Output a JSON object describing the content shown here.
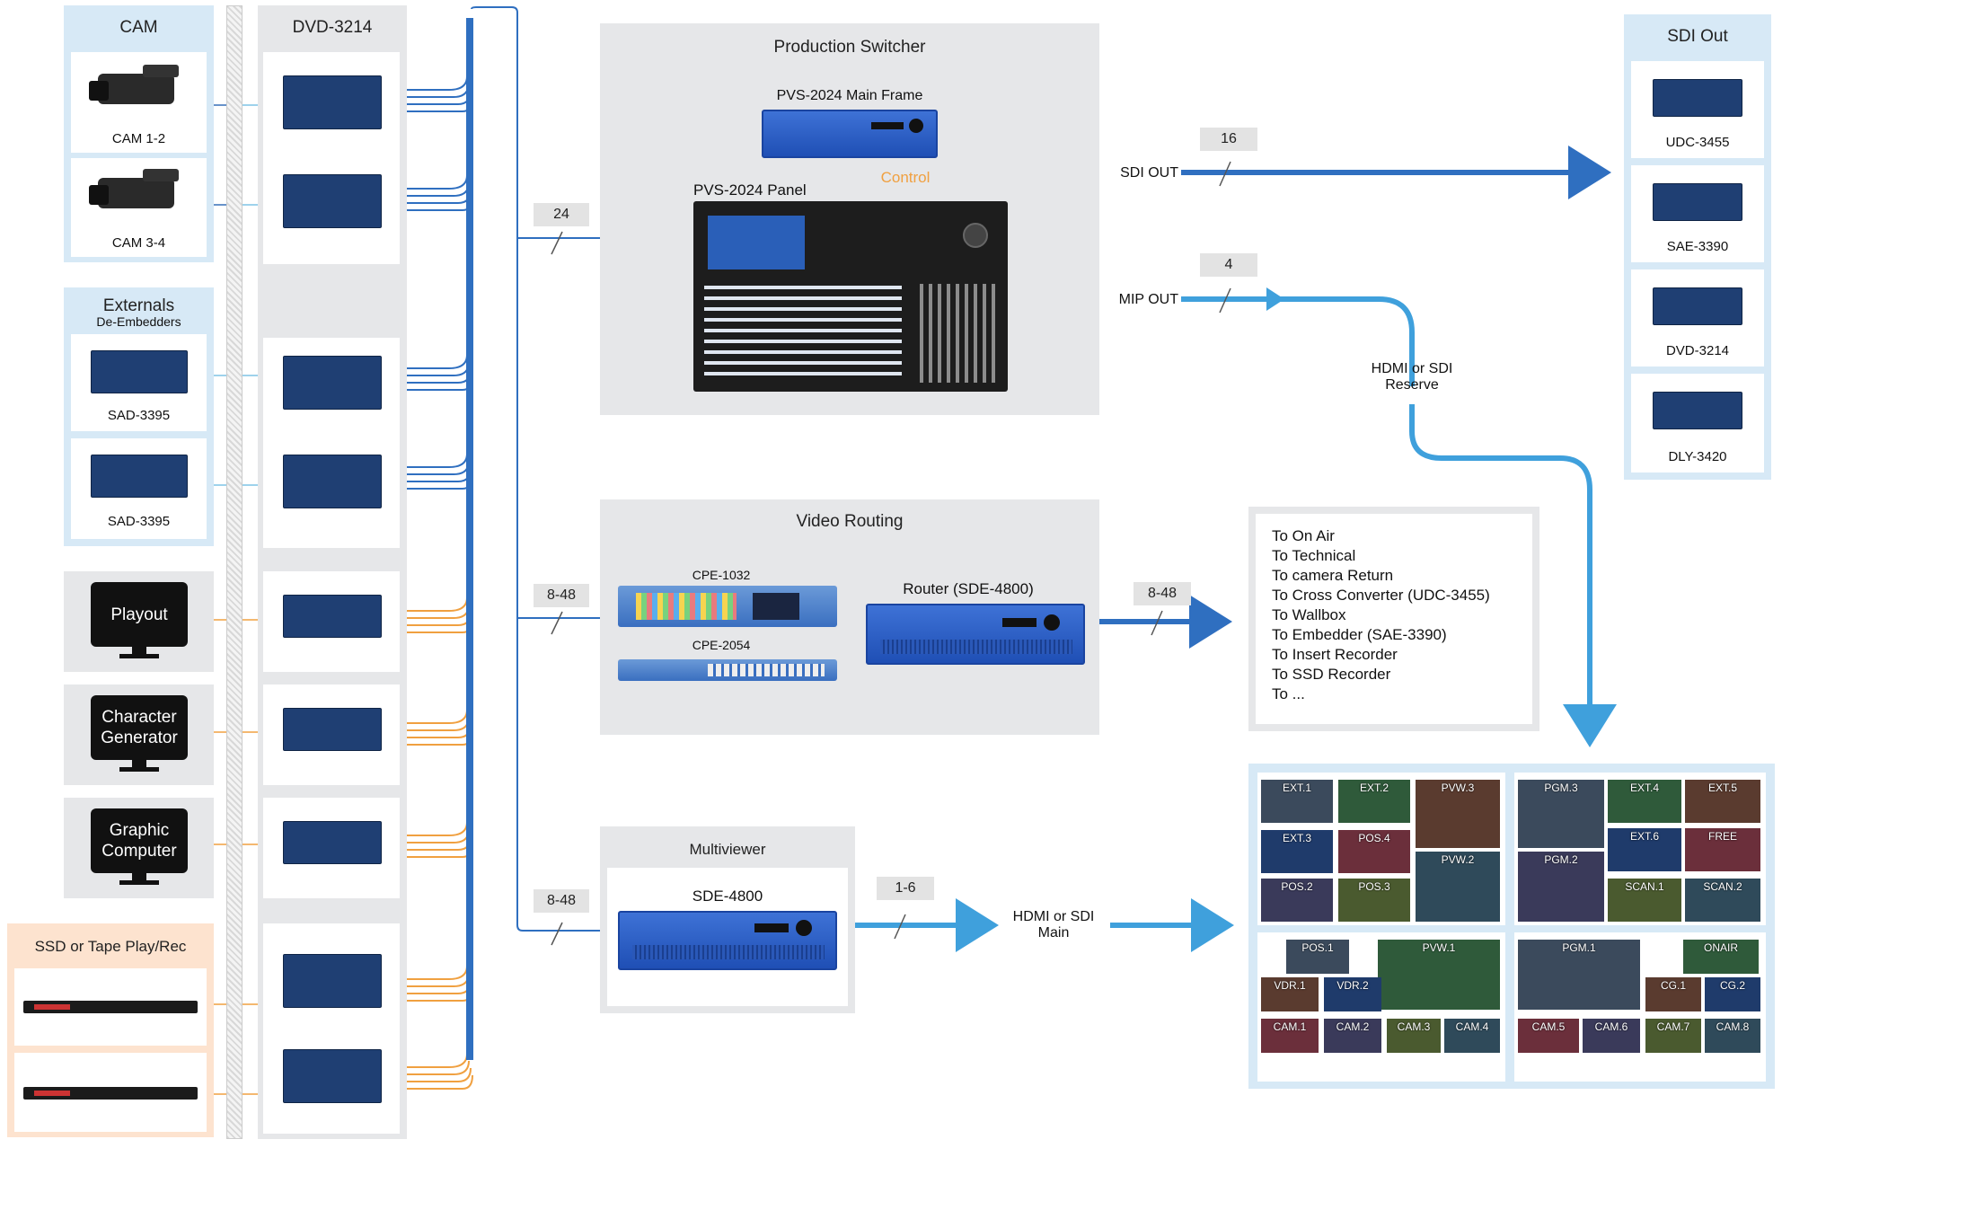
{
  "cam": {
    "title": "CAM",
    "items": [
      "CAM 1-2",
      "CAM 3-4"
    ]
  },
  "externals": {
    "title": "Externals",
    "subtitle": "De-Embedders",
    "items": [
      "SAD-3395",
      "SAD-3395"
    ]
  },
  "monitors": {
    "playout": "Playout",
    "chargen_1": "Character",
    "chargen_2": "Generator",
    "graphic_1": "Graphic",
    "graphic_2": "Computer"
  },
  "ssd": {
    "title": "SSD or Tape Play/Rec"
  },
  "dvd_column": {
    "title": "DVD-3214"
  },
  "switcher": {
    "title": "Production Switcher",
    "mainframe": "PVS-2024 Main Frame",
    "control": "Control",
    "panel": "PVS-2024 Panel"
  },
  "routing": {
    "title": "Video Routing",
    "cpe1": "CPE-1032",
    "cpe2": "CPE-2054",
    "router": "Router (SDE-4800)"
  },
  "multiviewer": {
    "title": "Multiviewer",
    "device": "SDE-4800"
  },
  "badges": {
    "b24": "24",
    "b848a": "8-48",
    "b848b": "8-48",
    "b848c": "8-48",
    "b16": "16",
    "b4": "4",
    "b16mv": "1-6"
  },
  "outputs": {
    "sdi_out": "SDI OUT",
    "mip_out": "MIP OUT",
    "hdmi_reserve_1": "HDMI or SDI",
    "hdmi_reserve_2": "Reserve",
    "hdmi_main_1": "HDMI or SDI",
    "hdmi_main_2": "Main"
  },
  "sdi_out_panel": {
    "title": "SDI Out",
    "items": [
      "UDC-3455",
      "SAE-3390",
      "DVD-3214",
      "DLY-3420"
    ]
  },
  "destinations": [
    "To On Air",
    "To Technical",
    "To camera Return",
    "To Cross Converter (UDC-3455)",
    "To Wallbox",
    "To Embedder (SAE-3390)",
    "To Insert Recorder",
    "To SSD Recorder",
    "To ..."
  ],
  "multiview_tiles_top_left": [
    "EXT.1",
    "EXT.2",
    "PVW.3",
    "EXT.3",
    "POS.4",
    "POS.2",
    "POS.3",
    "PVW.2"
  ],
  "multiview_tiles_top_right": [
    "PGM.3",
    "EXT.4",
    "EXT.5",
    "EXT.6",
    "FREE",
    "PGM.2",
    "SCAN.1",
    "SCAN.2"
  ],
  "multiview_tiles_bottom_left": [
    "POS.1",
    "PVW.1",
    "VDR.1",
    "VDR.2",
    "CAM.1",
    "CAM.2",
    "CAM.3",
    "CAM.4"
  ],
  "multiview_tiles_bottom_right": [
    "PGM.1",
    "ONAIR",
    "CG.1",
    "CG.2",
    "CAM.5",
    "CAM.6",
    "CAM.7",
    "CAM.8"
  ],
  "colors": {
    "blue_line": "#2f6fc0",
    "light_blue_line": "#3fa0dc",
    "orange_line": "#f0a040",
    "panel_grey": "#e6e7e9",
    "panel_blue": "#d7e9f6"
  }
}
